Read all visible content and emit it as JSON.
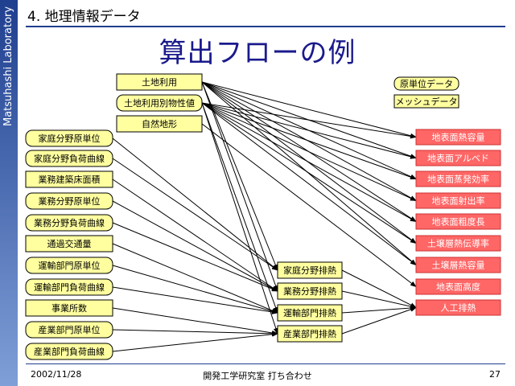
{
  "sidebar": {
    "text": "Matsuhashi Laboratory"
  },
  "header": {
    "section": "4. 地理情報データ",
    "title": "算出フローの例"
  },
  "legend": {
    "unit_data": "原単位データ",
    "mesh_data": "メッシュデータ"
  },
  "colors": {
    "input_fill": "#ffffa0",
    "output_fill": "#ff6666",
    "accent": "#1a1a8c"
  },
  "nodes": [
    {
      "id": "landuse",
      "label": "土地利用",
      "kind": "mesh"
    },
    {
      "id": "landprop",
      "label": "土地利用別物性値",
      "kind": "unit"
    },
    {
      "id": "terrain",
      "label": "自然地形",
      "kind": "mesh"
    },
    {
      "id": "h_unit",
      "label": "家庭分野原単位",
      "kind": "unit"
    },
    {
      "id": "h_curve",
      "label": "家庭分野負荷曲線",
      "kind": "unit"
    },
    {
      "id": "b_area",
      "label": "業務建築床面積",
      "kind": "mesh"
    },
    {
      "id": "b_unit",
      "label": "業務分野原単位",
      "kind": "unit"
    },
    {
      "id": "b_curve",
      "label": "業務分野負荷曲線",
      "kind": "unit"
    },
    {
      "id": "traffic",
      "label": "通過交通量",
      "kind": "mesh"
    },
    {
      "id": "t_unit",
      "label": "運輸部門原単位",
      "kind": "unit"
    },
    {
      "id": "t_curve",
      "label": "運輸部門負荷曲線",
      "kind": "unit"
    },
    {
      "id": "offices",
      "label": "事業所数",
      "kind": "mesh"
    },
    {
      "id": "i_unit",
      "label": "産業部門原単位",
      "kind": "unit"
    },
    {
      "id": "i_curve",
      "label": "産業部門負荷曲線",
      "kind": "unit"
    },
    {
      "id": "h_heat",
      "label": "家庭分野排熱",
      "kind": "mid"
    },
    {
      "id": "b_heat",
      "label": "業務分野排熱",
      "kind": "mid"
    },
    {
      "id": "t_heat",
      "label": "運輸部門排熱",
      "kind": "mid"
    },
    {
      "id": "i_heat",
      "label": "産業部門排熱",
      "kind": "mid"
    },
    {
      "id": "o1",
      "label": "地表面熱容量",
      "kind": "out"
    },
    {
      "id": "o2",
      "label": "地表面アルベド",
      "kind": "out"
    },
    {
      "id": "o3",
      "label": "地表面蒸発効率",
      "kind": "out"
    },
    {
      "id": "o4",
      "label": "地表面射出率",
      "kind": "out"
    },
    {
      "id": "o5",
      "label": "地表面粗度長",
      "kind": "out"
    },
    {
      "id": "o6",
      "label": "土壌層熱伝導率",
      "kind": "out"
    },
    {
      "id": "o7",
      "label": "土壌層熱容量",
      "kind": "out"
    },
    {
      "id": "o8",
      "label": "地表面高度",
      "kind": "out"
    },
    {
      "id": "o9",
      "label": "人工排熱",
      "kind": "out"
    }
  ],
  "edges": [
    [
      "landuse",
      "o1"
    ],
    [
      "landuse",
      "o2"
    ],
    [
      "landuse",
      "o3"
    ],
    [
      "landuse",
      "o4"
    ],
    [
      "landuse",
      "o5"
    ],
    [
      "landuse",
      "o6"
    ],
    [
      "landuse",
      "o7"
    ],
    [
      "landprop",
      "o1"
    ],
    [
      "landprop",
      "o2"
    ],
    [
      "landprop",
      "o3"
    ],
    [
      "landprop",
      "o4"
    ],
    [
      "landprop",
      "o5"
    ],
    [
      "landprop",
      "o6"
    ],
    [
      "landprop",
      "o7"
    ],
    [
      "landuse",
      "h_heat"
    ],
    [
      "landuse",
      "b_heat"
    ],
    [
      "landprop",
      "t_heat"
    ],
    [
      "landprop",
      "i_heat"
    ],
    [
      "terrain",
      "o8"
    ],
    [
      "h_unit",
      "h_heat"
    ],
    [
      "h_curve",
      "h_heat"
    ],
    [
      "b_area",
      "b_heat"
    ],
    [
      "b_unit",
      "b_heat"
    ],
    [
      "b_curve",
      "b_heat"
    ],
    [
      "traffic",
      "t_heat"
    ],
    [
      "t_unit",
      "t_heat"
    ],
    [
      "t_curve",
      "t_heat"
    ],
    [
      "offices",
      "i_heat"
    ],
    [
      "i_unit",
      "i_heat"
    ],
    [
      "i_curve",
      "i_heat"
    ],
    [
      "h_heat",
      "o9"
    ],
    [
      "b_heat",
      "o9"
    ],
    [
      "t_heat",
      "o9"
    ],
    [
      "i_heat",
      "o9"
    ]
  ],
  "footer": {
    "date": "2002/11/28",
    "center": "開発工学研究室 打ち合わせ",
    "page": "27"
  }
}
